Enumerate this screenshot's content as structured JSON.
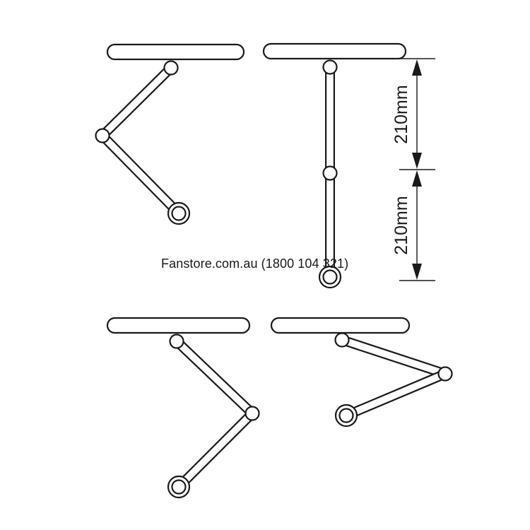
{
  "dimensions": {
    "upper": "210mm",
    "lower": "210mm"
  },
  "watermark": {
    "text": "Fanstore.com.au (1800 104 321)"
  },
  "colors": {
    "stroke": "#1a1a1a",
    "background": "#ffffff"
  }
}
